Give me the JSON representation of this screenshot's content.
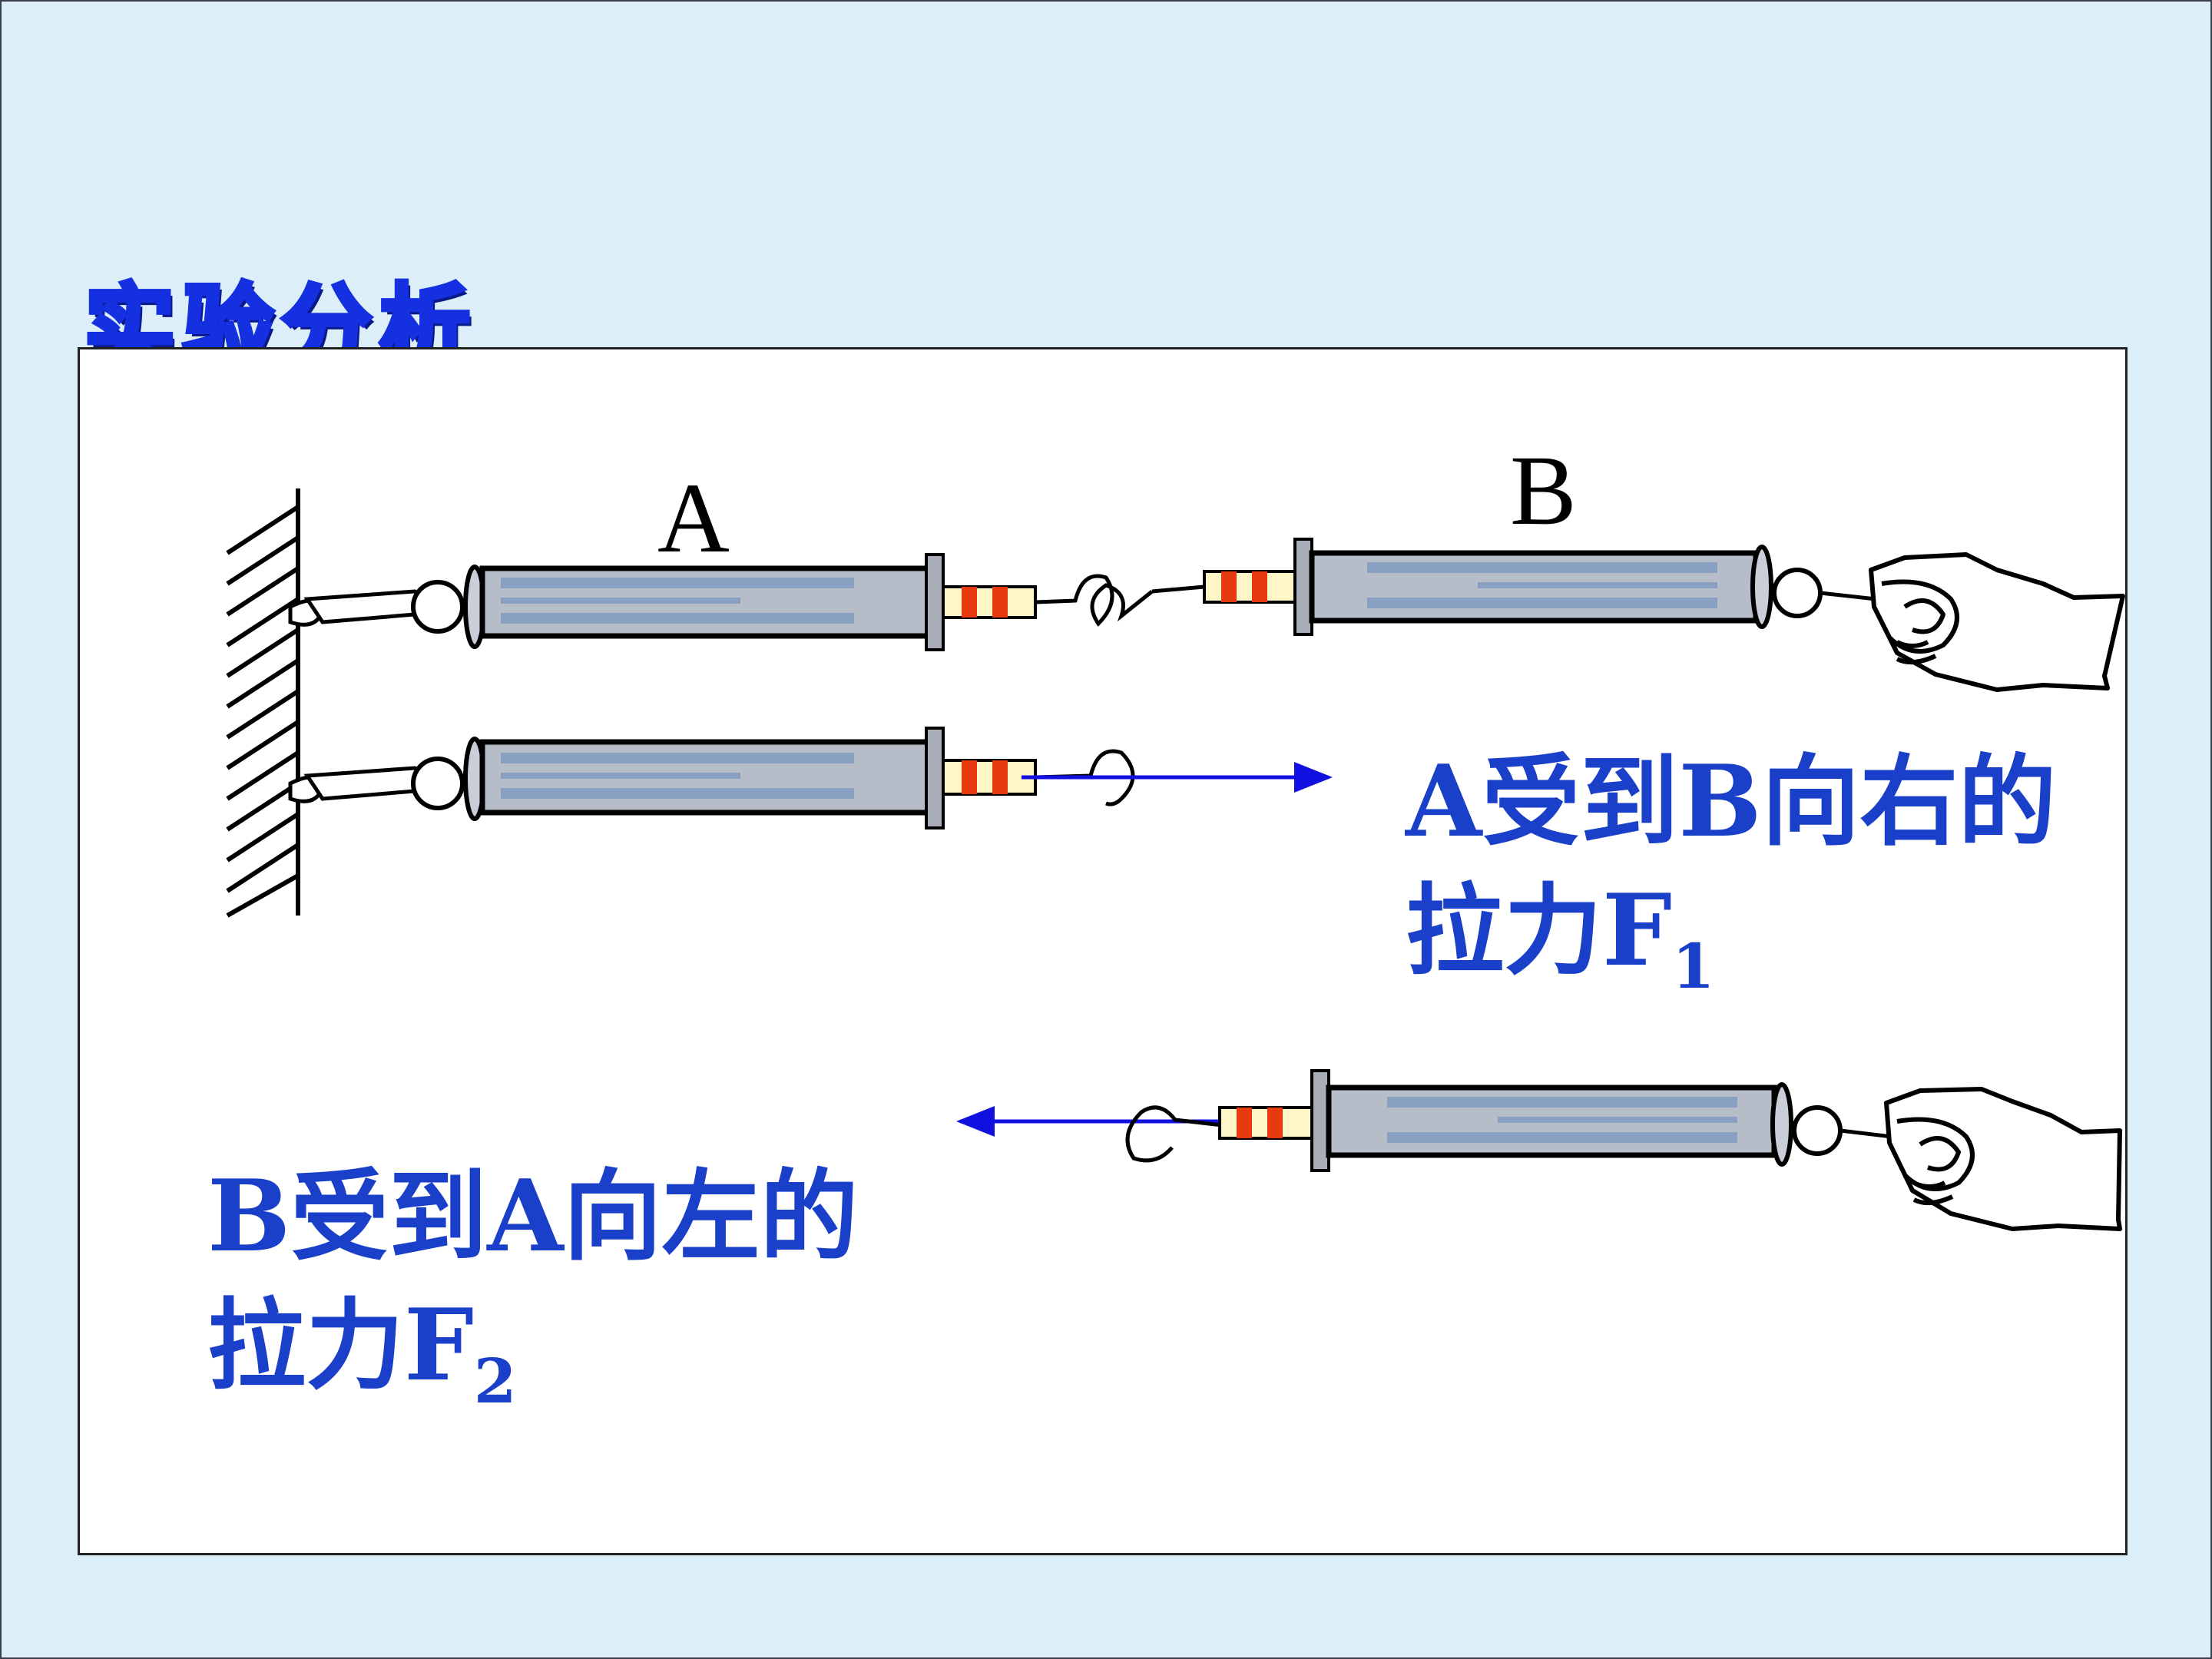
{
  "title": "实验分析",
  "labels": {
    "a": "A",
    "b": "B"
  },
  "captions": {
    "f1_line1": "A受到B向右的",
    "f1_line2": "拉力F",
    "f1_sub": "1",
    "f2_line1": "B受到A向左的",
    "f2_line2": "拉力F",
    "f2_sub": "2"
  },
  "colors": {
    "background": "#dceff9",
    "title": "#1530e0",
    "caption": "#1a3fc8",
    "arrow": "#1010e0",
    "gauge_body": "#b6bcc8",
    "gauge_stripe": "#8aa0c0",
    "spring_red": "#e83a10",
    "spring_light": "#fff6c8"
  }
}
